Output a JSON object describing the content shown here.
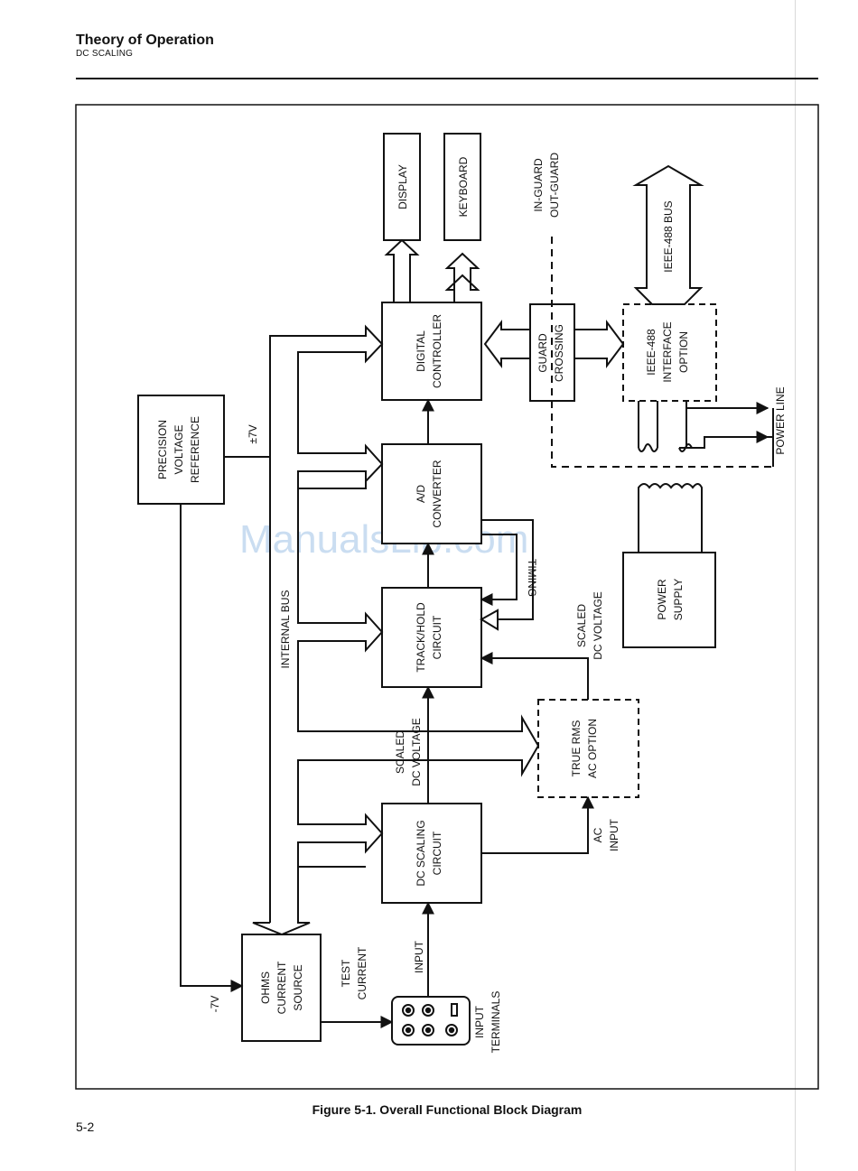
{
  "header": {
    "title": "Theory of Operation",
    "subtitle": "DC SCALING"
  },
  "figure": {
    "caption": "Figure 5-1. Overall Functional Block Diagram",
    "watermark": "ManualsLib.com",
    "blocks": {
      "display": "DISPLAY",
      "keyboard": "KEYBOARD",
      "digital_controller": [
        "DIGITAL",
        "CONTROLLER"
      ],
      "guard_crossing": [
        "GUARD",
        "CROSSING"
      ],
      "ieee_interface": [
        "IEEE-488",
        "INTERFACE",
        "OPTION"
      ],
      "precision_ref": [
        "PRECISION",
        "VOLTAGE",
        "REFERENCE"
      ],
      "ad_converter": [
        "A/D",
        "CONVERTER"
      ],
      "track_hold": [
        "TRACK/HOLD",
        "CIRCUIT"
      ],
      "true_rms": [
        "TRUE RMS",
        "AC OPTION"
      ],
      "dc_scaling": [
        "DC SCALING",
        "CIRCUIT"
      ],
      "ohms_source": [
        "OHMS",
        "CURRENT",
        "SOURCE"
      ],
      "power_supply": [
        "POWER",
        "SUPPLY"
      ]
    },
    "labels": {
      "in_guard": "IN-GUARD",
      "out_guard": "OUT-GUARD",
      "ieee_bus": "IEEE-488 BUS",
      "power_line": "POWER LINE",
      "plus_minus_7v": "±7V",
      "internal_bus": "INTERNAL BUS",
      "timing": "TIMING",
      "scaled_dc_right": [
        "SCALED",
        "DC VOLTAGE"
      ],
      "scaled_dc_mid": [
        "SCALED",
        "DC VOLTAGE"
      ],
      "ac_input": [
        "AC",
        "INPUT"
      ],
      "input": "INPUT",
      "minus_7v": "-7V",
      "test_current": [
        "TEST",
        "CURRENT"
      ],
      "input_terminals": [
        "INPUT",
        "TERMINALS"
      ]
    }
  },
  "page_number": "5-2"
}
